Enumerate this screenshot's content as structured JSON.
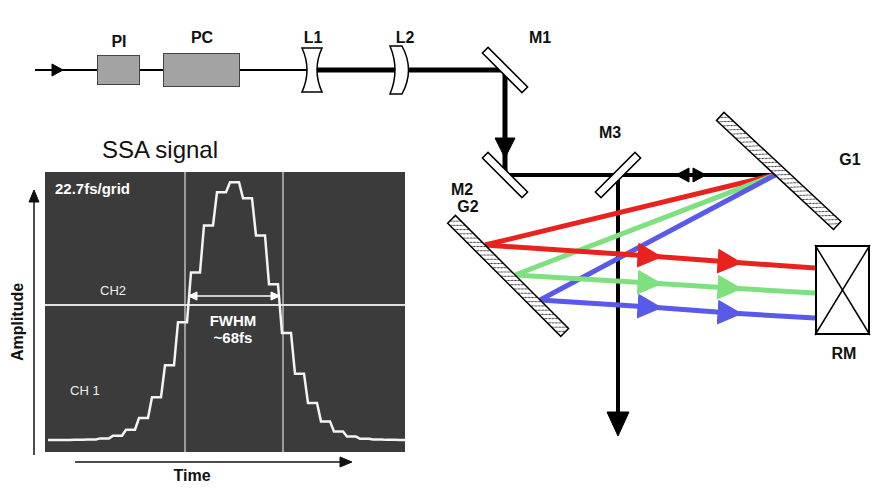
{
  "diagram": {
    "nodes": [
      {
        "text": [
          "PI"
        ]
      },
      {
        "text": [
          "PC"
        ]
      },
      {
        "text": [
          "RM"
        ]
      },
      {
        "text": [
          "SSA signal",
          "22.7fs/grid",
          "CH2",
          "FWHM ~68fs",
          "CH 1"
        ]
      }
    ],
    "edges": [
      {
        "from": 0,
        "to": 1,
        "arrow": "none"
      }
    ],
    "labels": [
      "L1",
      "L2",
      "M1",
      "M2",
      "M3",
      "G1",
      "G2",
      "Amplitude",
      "Time"
    ]
  }
}
